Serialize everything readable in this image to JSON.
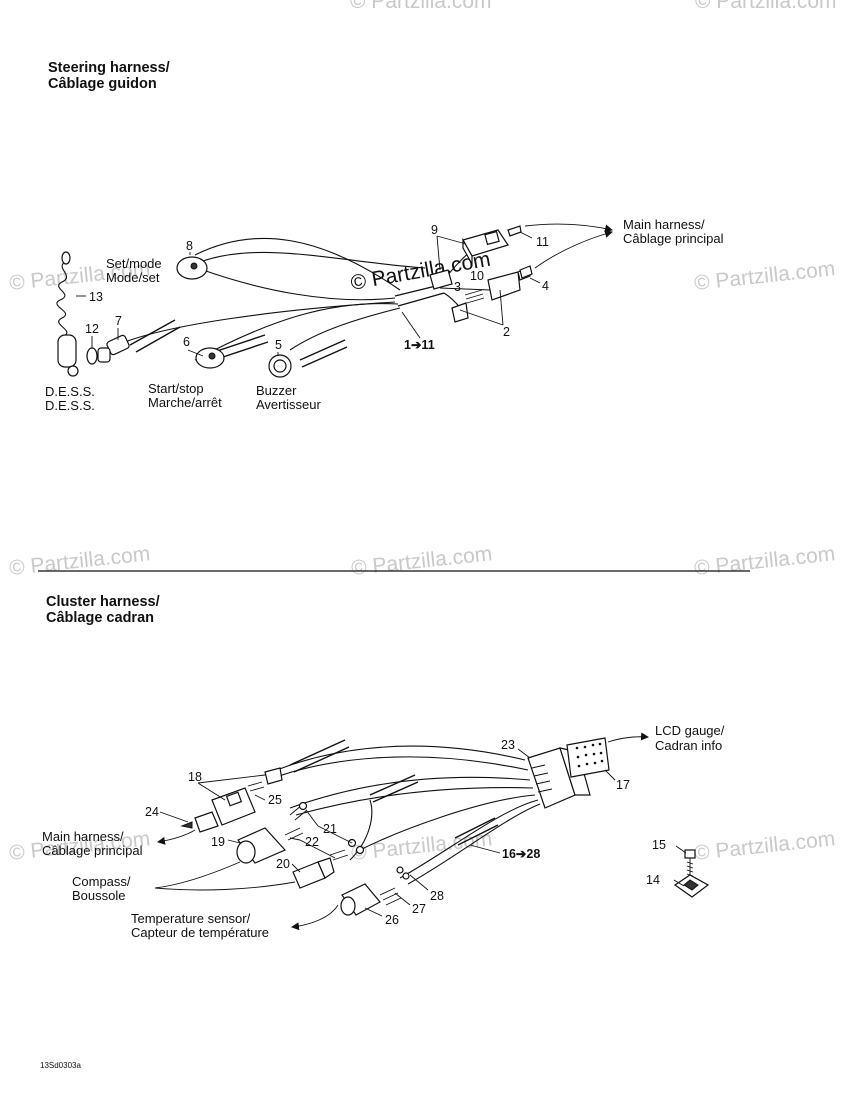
{
  "watermark": "© Partzilla.com",
  "steering": {
    "title_line1": "Steering harness/",
    "title_line2": "Câblage guidon",
    "labels": {
      "main_harness_en": "Main harness/",
      "main_harness_fr": "Câblage principal",
      "set_mode_en": "Set/mode",
      "set_mode_fr": "Mode/set",
      "dess_en": "D.E.S.S.",
      "dess_fr": "D.E.S.S.",
      "start_stop_en": "Start/stop",
      "start_stop_fr": "Marche/arrêt",
      "buzzer_en": "Buzzer",
      "buzzer_fr": "Avertisseur"
    },
    "callouts": {
      "c9": "9",
      "c11": "11",
      "c10": "10",
      "c3": "3",
      "c4": "4",
      "c2": "2",
      "c1_11": "1➔11",
      "c8": "8",
      "c13": "13",
      "c12": "12",
      "c7": "7",
      "c6": "6",
      "c5": "5"
    }
  },
  "cluster": {
    "title_line1": "Cluster harness/",
    "title_line2": "Câblage cadran",
    "labels": {
      "lcd_en": "LCD gauge/",
      "lcd_fr": "Cadran info",
      "main_harness_en": "Main harness/",
      "main_harness_fr": "Câblage principal",
      "compass_en": "Compass/",
      "compass_fr": "Boussole",
      "temp_en": "Temperature sensor/",
      "temp_fr": "Capteur de température"
    },
    "callouts": {
      "c23": "23",
      "c17": "17",
      "c18": "18",
      "c25": "25",
      "c24": "24",
      "c21": "21",
      "c22": "22",
      "c19": "19",
      "c16_28": "16➔28",
      "c20": "20",
      "c28": "28",
      "c27": "27",
      "c26": "26",
      "c15": "15",
      "c14": "14"
    }
  },
  "footer_code": "13Sd0303a"
}
